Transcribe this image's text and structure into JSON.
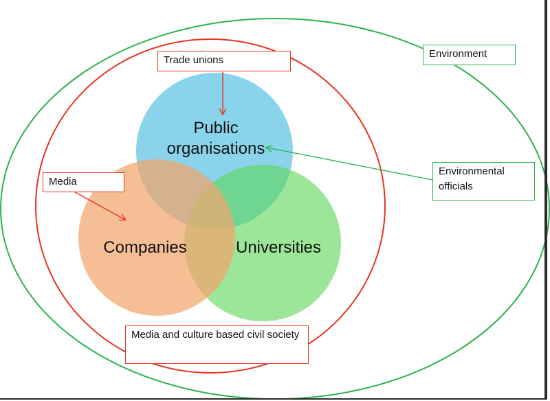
{
  "diagram": {
    "environment_label": "Environment",
    "trade_unions_label": "Trade unions",
    "media_label": "Media",
    "environmental_officials_label": "Environmental officials",
    "civil_society_label": "Media and culture based civil society",
    "public_organisations_label": "Public organisations",
    "companies_label": "Companies",
    "universities_label": "Universities"
  },
  "colors": {
    "environment_ellipse": "#2bb24c",
    "inner_ellipse": "#e8321f",
    "public_organisations_fill": "#5cc3e3",
    "companies_fill": "#f2a56b",
    "universities_fill": "#5fd65c"
  }
}
